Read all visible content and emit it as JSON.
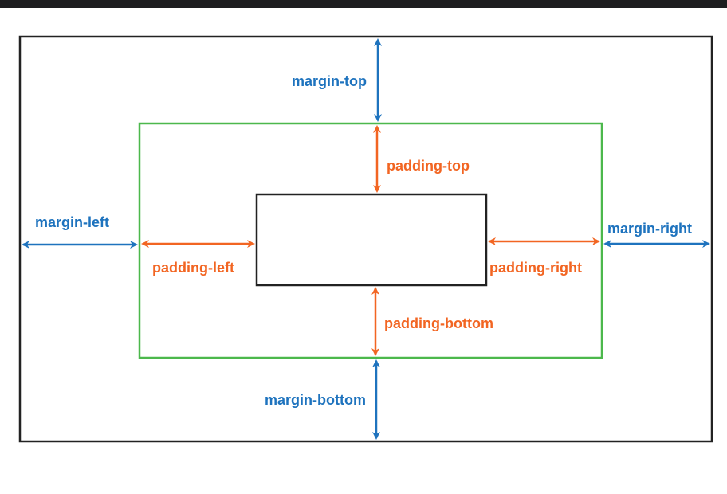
{
  "colors": {
    "topbar": "#1e1e20",
    "margin": "#1e73be",
    "padding": "#f26522",
    "border": "#4cb84c",
    "outline": "#222222"
  },
  "margin_labels": {
    "top": "margin-top",
    "left": "margin-left",
    "right": "margin-right",
    "bottom": "margin-bottom"
  },
  "padding_labels": {
    "top": "padding-top",
    "left": "padding-left",
    "right": "padding-right",
    "bottom": "padding-bottom"
  }
}
